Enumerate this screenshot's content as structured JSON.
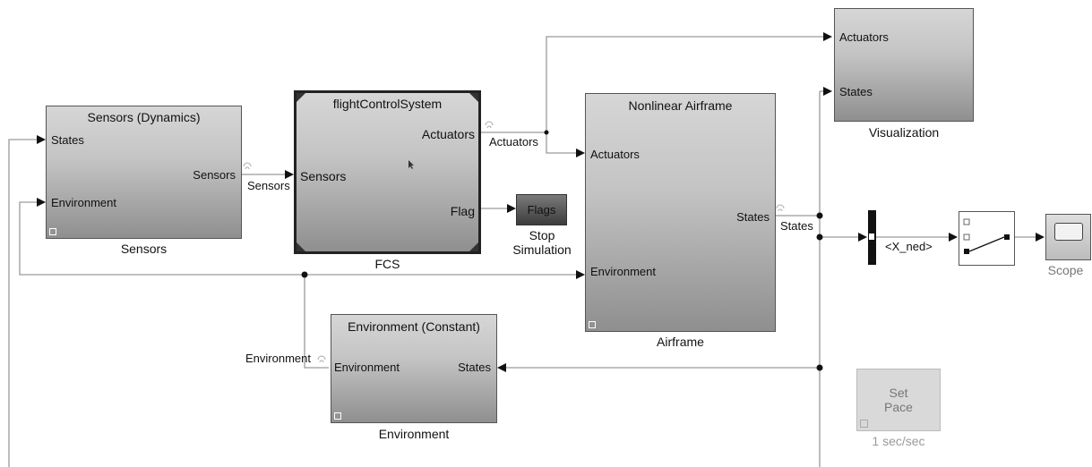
{
  "blocks": {
    "sensors": {
      "title": "Sensors (Dynamics)",
      "in1": "States",
      "in2": "Environment",
      "out1": "Sensors",
      "label": "Sensors"
    },
    "fcs": {
      "title": "flightControlSystem",
      "in1": "Sensors",
      "out1": "Actuators",
      "out2": "Flag",
      "label": "FCS"
    },
    "flags": {
      "text": "Flags",
      "label_line1": "Stop",
      "label_line2": "Simulation"
    },
    "airframe": {
      "title": "Nonlinear Airframe",
      "in1": "Actuators",
      "in2": "Environment",
      "out1": "States",
      "label": "Airframe"
    },
    "visualization": {
      "in1": "Actuators",
      "in2": "States",
      "label": "Visualization"
    },
    "environment": {
      "title": "Environment (Constant)",
      "in1": "Environment",
      "out1": "States",
      "label": "Environment"
    },
    "selector": {
      "text": "<X_ned>"
    },
    "scope": {
      "label": "Scope"
    },
    "pace": {
      "line1": "Set",
      "line2": "Pace",
      "label": "1 sec/sec"
    }
  },
  "signals": {
    "sensors": "Sensors",
    "actuators": "Actuators",
    "states": "States",
    "environment": "Environment"
  }
}
